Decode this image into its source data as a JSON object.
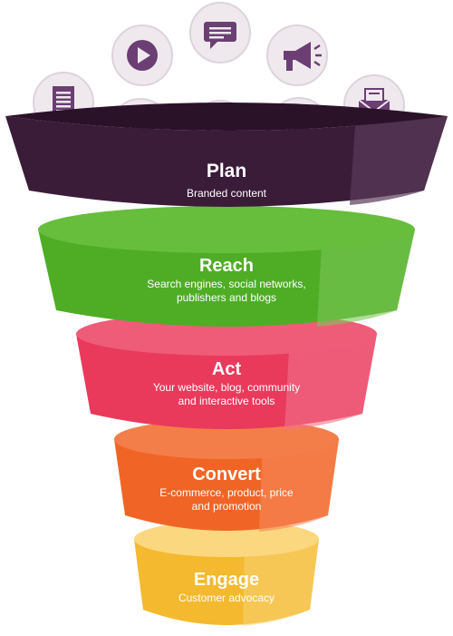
{
  "colors": {
    "plan": "#3a1c39",
    "reach": "#52b027",
    "act": "#ea3d5e",
    "convert": "#f2682d",
    "engage": "#f6c041",
    "icon_bubble": "#efe9ee",
    "icon_glyph": "#6b3f73"
  },
  "icons": [
    "document-icon",
    "video-play-icon",
    "chat-message-icon",
    "megaphone-icon",
    "calendar-icon",
    "star-badge-icon",
    "notebook-icon",
    "email-icon"
  ],
  "stages": [
    {
      "title": "Plan",
      "lines": [
        "Branded content"
      ]
    },
    {
      "title": "Reach",
      "lines": [
        "Search engines, social networks,",
        "publishers and blogs"
      ]
    },
    {
      "title": "Act",
      "lines": [
        "Your website, blog, community",
        "and interactive tools"
      ]
    },
    {
      "title": "Convert",
      "lines": [
        "E-commerce, product, price",
        "and promotion"
      ]
    },
    {
      "title": "Engage",
      "lines": [
        "Customer advocacy"
      ]
    }
  ]
}
